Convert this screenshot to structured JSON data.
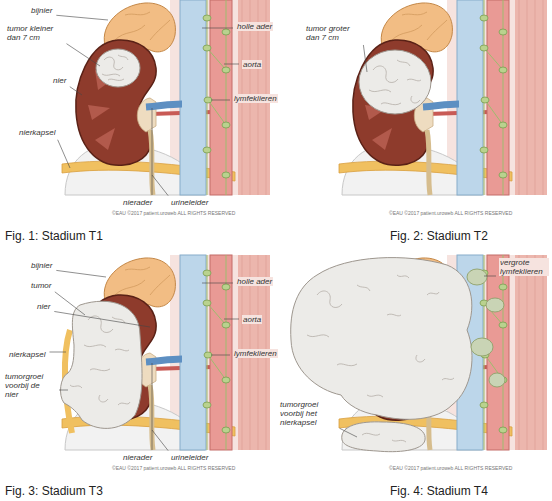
{
  "diagram": {
    "labels": [
      "bijnier",
      "tumor kleiner dan 7 cm",
      "nier",
      "nierkapsel",
      "nierader",
      "urineleider",
      "holle ader",
      "aorta",
      "lymfeklieren",
      "©EAU ©2017 patient.uroweb ALL RIGHTS RESERVED",
      "Fig. 1: Stadium T1",
      "tumor groter dan 7 cm",
      "©EAU ©2017 patient.uroweb ALL RIGHTS RESERVED",
      "Fig. 2: Stadium T2",
      "bijnier",
      "tumor",
      "nier",
      "nierkapsel",
      "tumorgroei voorbij de nier",
      "nierader",
      "urineleider",
      "holle ader",
      "aorta",
      "lymfeklieren",
      "©EAU ©2017 patient.uroweb ALL RIGHTS RESERVED",
      "Fig. 3: Stadium T3",
      "vergrote lymfeklieren",
      "tumorgroei voorbij het nierkapsel",
      "©EAU ©2017 patient.uroweb ALL RIGHTS RESERVED",
      "Fig. 4: Stadium T4"
    ]
  }
}
